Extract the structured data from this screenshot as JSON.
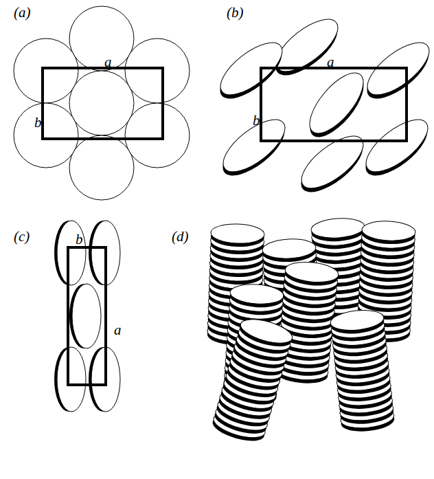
{
  "diagram": {
    "labels": [
      "(a)",
      "a",
      "b",
      "(b)",
      "a",
      "b",
      "(c)",
      "b",
      "a",
      "(d)"
    ]
  }
}
